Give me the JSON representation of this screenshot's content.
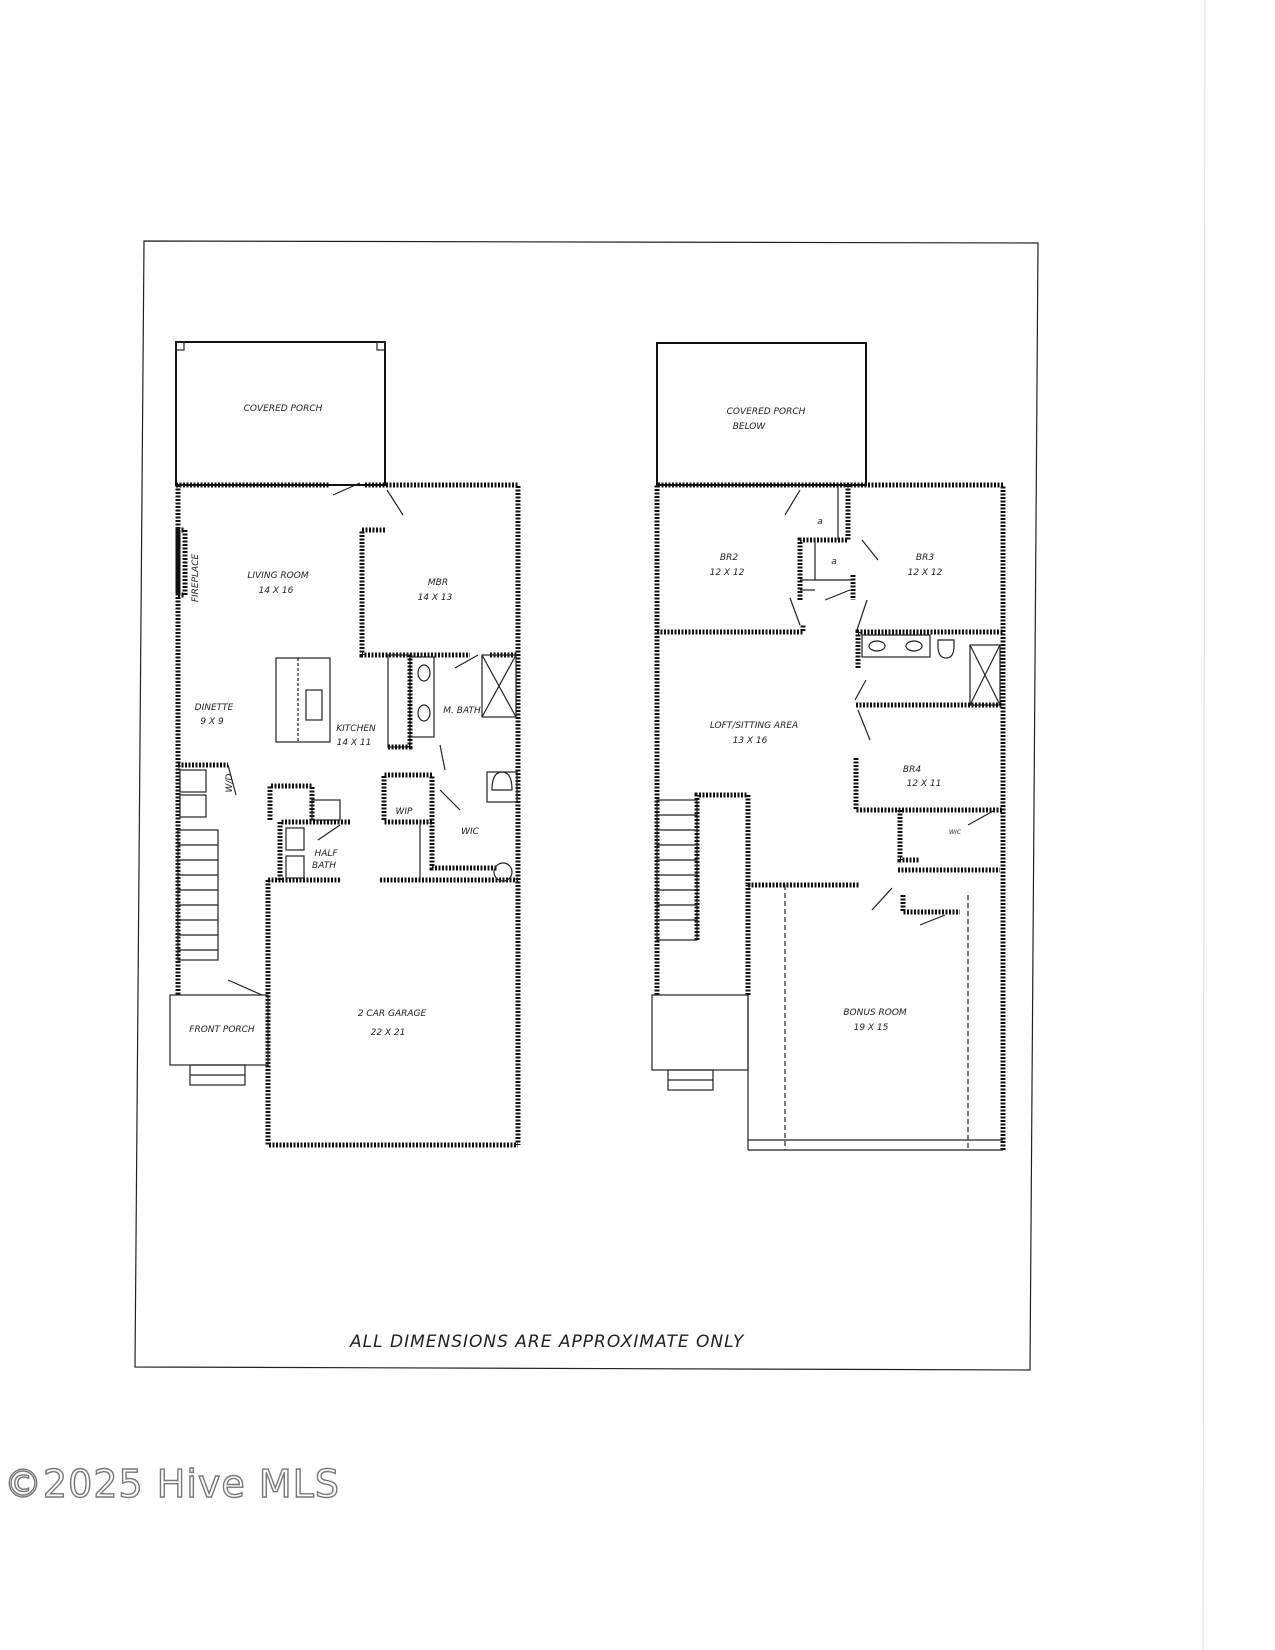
{
  "first_floor": {
    "covered_porch": "COVERED PORCH",
    "living_room": {
      "name": "LIVING ROOM",
      "size": "14 X 16"
    },
    "fireplace": "FIREPLACE",
    "mbr": {
      "name": "MBR",
      "size": "14 X 13"
    },
    "dinette": {
      "name": "DINETTE",
      "size": "9 X 9"
    },
    "kitchen": {
      "name": "KITCHEN",
      "size": "14 X 11"
    },
    "m_bath": "M. BATH",
    "wd": "W/D",
    "wip": "WIP",
    "wic": "WIC",
    "half_bath": {
      "line1": "HALF",
      "line2": "BATH"
    },
    "front_porch": "FRONT PORCH",
    "garage": {
      "name": "2 CAR GARAGE",
      "size": "22 X 21"
    }
  },
  "second_floor": {
    "covered_porch": {
      "line1": "COVERED PORCH",
      "line2": "BELOW"
    },
    "br2": {
      "name": "BR2",
      "size": "12 X 12"
    },
    "br3": {
      "name": "BR3",
      "size": "12 X 12"
    },
    "closet_mark": "a",
    "loft": {
      "name": "LOFT/SITTING AREA",
      "size": "13 X 16"
    },
    "br4": {
      "name": "BR4",
      "size": "12 X 11"
    },
    "wic": "WIC",
    "bonus_room": {
      "name": "BONUS ROOM",
      "size": "19 X 15"
    }
  },
  "note": "ALL DIMENSIONS ARE APPROXIMATE ONLY",
  "watermark": "©2025 Hive MLS"
}
